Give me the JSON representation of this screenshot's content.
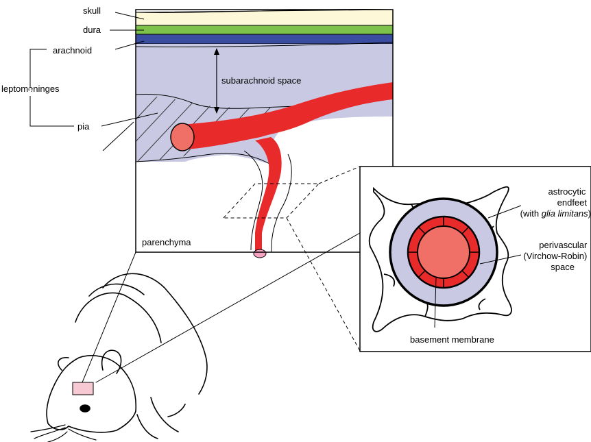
{
  "labels": {
    "skull": "skull",
    "dura": "dura",
    "arachnoid": "arachnoid",
    "leptomeninges": "leptomeninges",
    "pia": "pia",
    "subarachnoid_space": "subarachnoid space",
    "parenchyma": "parenchyma",
    "astrocytic_line1": "astrocytic",
    "astrocytic_line2": "endfeet",
    "astrocytic_line3_open": "(with ",
    "astrocytic_line3_italic": "glia limitans",
    "astrocytic_line3_close": ")",
    "perivascular_line1": "perivascular",
    "perivascular_line2": "(Virchow-Robin)",
    "perivascular_line3": "space",
    "basement_membrane": "basement membrane"
  },
  "colors": {
    "skull": "#fdf8d8",
    "dura": "#7dc24a",
    "arachnoid": "#3b4da0",
    "csf_space": "#c9c9e4",
    "vessel": "#e82a2a",
    "vessel_lumen": "#f07068",
    "mouse_patch": "#f7c9d3",
    "vessel_end": "#f5a3c0"
  }
}
